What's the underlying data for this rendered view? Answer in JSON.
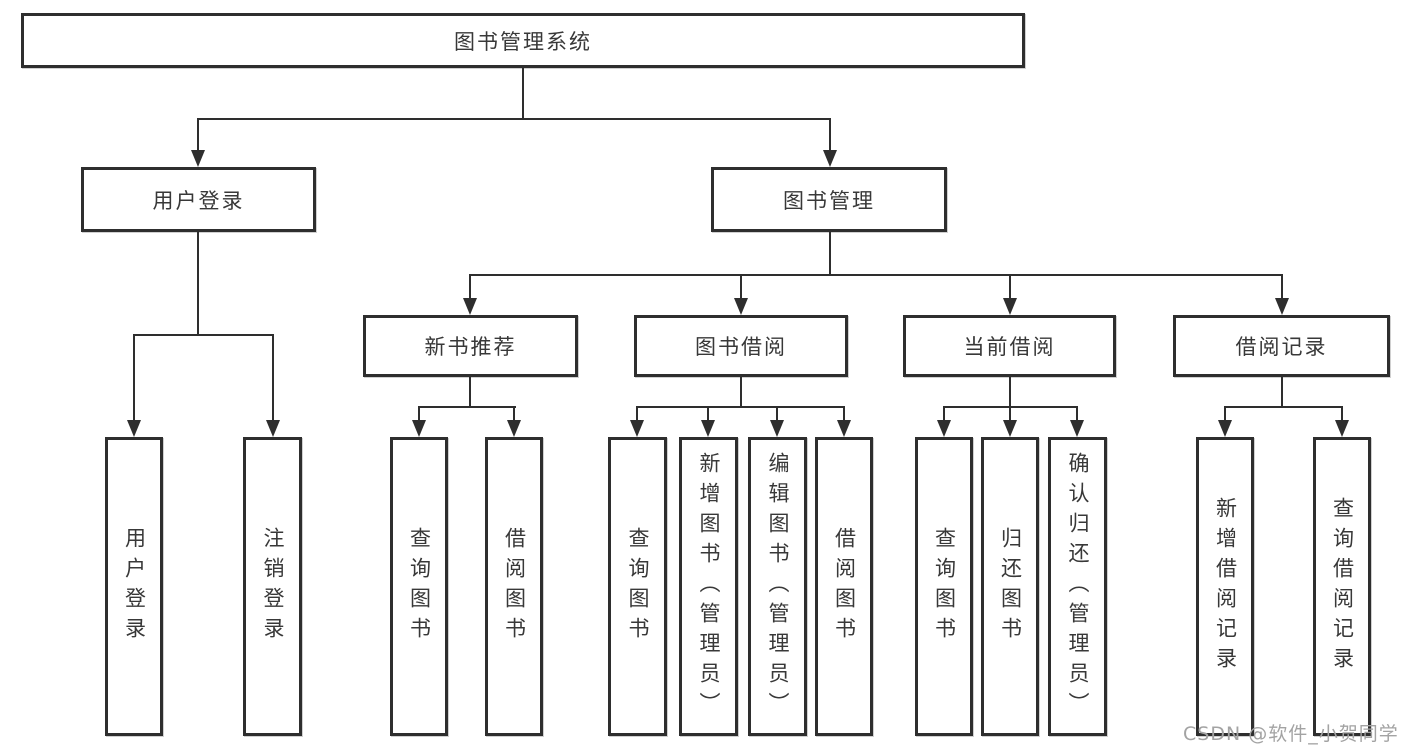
{
  "diagram_type": "hierarchy-tree",
  "colors": {
    "background": "#ffffff",
    "line": "#2e2e2e",
    "box_border": "#2e2e2e",
    "text": "#383838",
    "watermark": "#a3a3a3"
  },
  "watermark": {
    "text": "CSDN @软件_小贺同学"
  },
  "tree": {
    "label": "图书管理系统",
    "children": [
      {
        "label": "用户登录",
        "children": [
          {
            "label": "用户登录"
          },
          {
            "label": "注销登录"
          }
        ]
      },
      {
        "label": "图书管理",
        "children": [
          {
            "label": "新书推荐",
            "children": [
              {
                "label": "查询图书"
              },
              {
                "label": "借阅图书"
              }
            ]
          },
          {
            "label": "图书借阅",
            "children": [
              {
                "label": "查询图书"
              },
              {
                "label": "新增图书（管理员）"
              },
              {
                "label": "编辑图书（管理员）"
              },
              {
                "label": "借阅图书"
              }
            ]
          },
          {
            "label": "当前借阅",
            "children": [
              {
                "label": "查询图书"
              },
              {
                "label": "归还图书"
              },
              {
                "label": "确认归还（管理员）"
              }
            ]
          },
          {
            "label": "借阅记录",
            "children": [
              {
                "label": "新增借阅记录"
              },
              {
                "label": "查询借阅记录"
              }
            ]
          }
        ]
      }
    ]
  }
}
